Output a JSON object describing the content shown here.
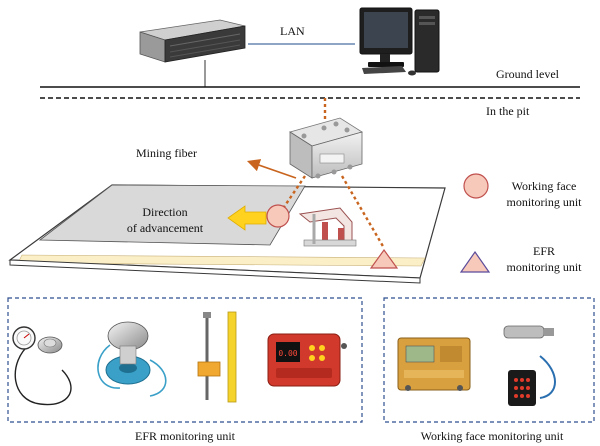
{
  "labels": {
    "lan": "LAN",
    "ground_level": "Ground level",
    "in_the_pit": "In the pit",
    "mining_fiber": "Mining fiber",
    "direction_line1": "Direction",
    "direction_line2": "of advancement",
    "working_face_line1": "Working face",
    "working_face_line2": "monitoring unit",
    "efr_line1": "EFR",
    "efr_line2": "monitoring unit",
    "efr_box_caption": "EFR  monitoring unit",
    "working_face_box_caption": "Working face monitoring unit"
  },
  "device_text": {
    "box_display": "0.00"
  },
  "colors": {
    "fiber": "#c8641e",
    "pink_marker_fill": "#f6c9bb",
    "pink_marker_stroke": "#c0504d",
    "face_fill": "#d9d9d9",
    "road_fill": "#fbefc8",
    "arrow_yellow": "#ffd21f",
    "dashed_box": "#2f4f8f"
  },
  "icons": {
    "server": "rack-server-icon",
    "computer": "desktop-computer-icon",
    "junction_box": "junction-box-icon",
    "support": "hydraulic-support-icon"
  }
}
